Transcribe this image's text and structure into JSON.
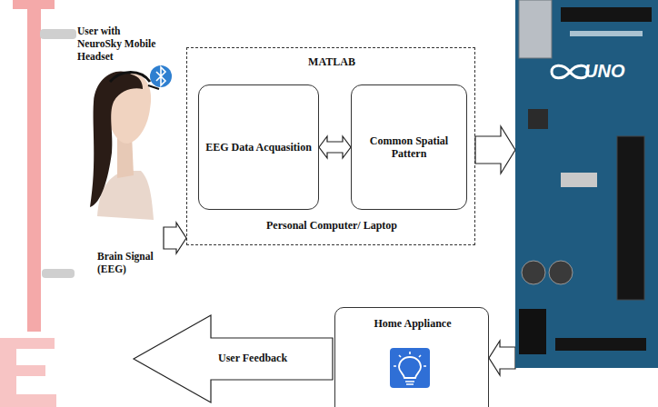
{
  "diagram": {
    "nodes": [
      {
        "text": [
          "User with NeuroSky Mobile Headset",
          "Brain Signal (EEG)"
        ]
      },
      {
        "text": [
          "MATLAB",
          "Personal Computer/ Laptop"
        ]
      },
      {
        "text": [
          "EEG Data Acquasition"
        ],
        "in": 1
      },
      {
        "text": [
          "Common Spatial Pattern"
        ],
        "in": 1
      },
      {
        "text": [
          "UNO"
        ]
      },
      {
        "text": [
          "Home Appliance"
        ]
      }
    ],
    "edges": [
      {
        "from": 0,
        "to": 1,
        "arrow": "to"
      },
      {
        "from": 2,
        "to": 3,
        "arrow": "both"
      },
      {
        "from": 1,
        "to": 4,
        "arrow": "to"
      },
      {
        "from": 4,
        "to": 5,
        "arrow": "to"
      }
    ],
    "labels": [
      "User Feedback"
    ]
  }
}
